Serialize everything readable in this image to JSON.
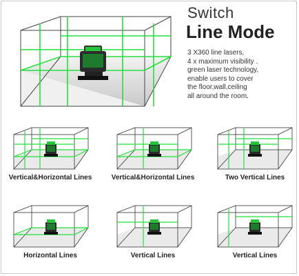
{
  "header": {
    "title_line1": "Switch",
    "title_line2": "Line Mode"
  },
  "description": "3 X360 line lasers,\n4 x maximum visibility .\ngreen laser technology,\nenable users to cover\nthe floor,wall,ceiling\nall around the room.",
  "modes": [
    {
      "label": "Vertical&Horizontal Lines",
      "h": true,
      "v1": true,
      "v2": true
    },
    {
      "label": "Vertical&Horizontal Lines",
      "h": true,
      "v1": true,
      "v2": false
    },
    {
      "label": "Two Vertical Lines",
      "h": false,
      "v1": true,
      "v2": true
    },
    {
      "label": "Horizontal Lines",
      "h": true,
      "v1": false,
      "v2": false
    },
    {
      "label": "Vertical Lines",
      "h": false,
      "v1": true,
      "v2": false
    },
    {
      "label": "Vertical Lines",
      "h": false,
      "v1": false,
      "v2": true
    }
  ],
  "colors": {
    "laser": "#22e03a",
    "box_edge": "#333333",
    "floor": "#d9d9d9",
    "device_body": "#2a2a2a"
  }
}
